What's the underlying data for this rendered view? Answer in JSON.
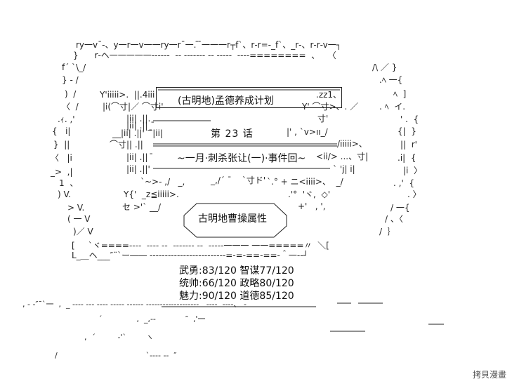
{
  "title": "(古明地)孟德养成计划",
  "chapter": "第 23 话",
  "subtitle": "~一月·刺杀张让(一)·事件回~",
  "attribute_label": "古明地曹操属性",
  "stats": [
    "武勇:83/120 智谋77/120",
    "统帅:66/120 政略80/120",
    "魅力:90/120 道德85/120"
  ],
  "watermark": "拷貝漫畫",
  "ascii": {
    "top_border": "ry一v¯‐、y一r一v一一ry一r¯一. ̄ ̄一一一r┬f`、r‐r=‐_f`、_r‐、r‐r‐v一┐",
    "row2": "}      r‐ヘ一一一一一‐‐‐‐‐‐  ‐‐ ‐‐‐‐‐‐‐ ‐‐ ‐‐‐‐‐  ‐‐‐‐========  、   〈",
    "left_a": "f´ `\\_/",
    "left_b": "} ‐ /",
    "left_c": ")  /",
    "left_d": "〈  /",
    "left_e": ".ｨ. ,'",
    "left_f": "{   i|",
    "left_g": "}  ||",
    "left_h": "〈   |i",
    "left_i": "_>  ,|",
    "left_j": "1  、",
    "left_k": ") V.",
    "left_l": "> V.",
    "left_m": "( 一 V",
    "left_n": ")／ V",
    "right_a": "/\\ ／ }",
    "right_b": ".ﾍ 一{",
    "right_c": "ﾍ  ]",
    "right_d": ". ﾍ  イ.",
    "right_e": "' .  {",
    "right_f": "{|  }",
    "right_g": "||  r'",
    "right_h": ".i|  {",
    "right_i": "|i  〉",
    "right_j": ". ,'  {",
    "right_k": ". 〉",
    "right_l": "/ 一{",
    "right_m": "/ 、〈",
    "right_n": "/  ｝",
    "bottom_a": "[     `ヾ====‐‐‐‐  ‐‐‐‐ ‐‐  ‐‐‐‐‐‐‐ ‐‐  ‐‐‐‐‐一一一 一一=====〃  ＼[",
    "bottom_b": "L_＿ヘ___″¨`ー―― ‐‐‐‐‐‐‐‐‐‐‐‐‐‐‐‐‐‐‐‐‐‐‐‐‐=‐=‐==‐==‐＾一‐‐┘",
    "art_1": "Y'iiiii>.  ||.4iii",
    "art_2": "|i(⌒寸|／ ⌒寸i'",
    "art_3": "|ii| .||.",
    "art_4": "|ii| .||_ ̄",
    "art_5": "__|ii| .||'   ̄|ii|",
    "art_6": "⌒寸|| .||",
    "art_7": "|ii| .||  ̄",
    "art_8": "|ii| .||'",
    "art_9": "`~>‐ ,/   _,",
    "art_10": "Y{'  _z≦iiiii>.",
    "art_11": "セ >'` __/",
    "art_r1": ".zz1、",
    "art_r2": "Y' ⌒寸>、. ／",
    "art_r3": "寸'",
    "art_r4": "|' , `v>ıı_/",
    "art_r5": "/iiiii>、",
    "art_r6": "<ii/> ...、寸|",
    "art_r7": "` 'j| i|",
    "art_r8": "`.° + ニ<iiii>、  _/",
    "art_r9": ".'°  'ヾ,  ◇'",
    "art_r10": "+'   , ',",
    "art_misc": "_,/´ ¯    `寸ド'",
    "ground_1": ", ‐ ‐″¯`一  ,  _ ‐‐‐‐ ‐‐‐ ‐‐‐‐ ‐‐‐‐‐ ‐‐‐‐‐‐ ‐‐‐‐‐‐‐‐‐‐‐‐‐‐‐‐‐‐‐   ‐‐‐‐  ‐‐‐‐、 ‐",
    "ground_2": "´              ,  _,‐‐            ″  ,'一",
    "ground_3": ",  ´         ‐'`        ヽ",
    "ground_4": "/                                    `‐‐‐‐ ‐‐  ″"
  }
}
